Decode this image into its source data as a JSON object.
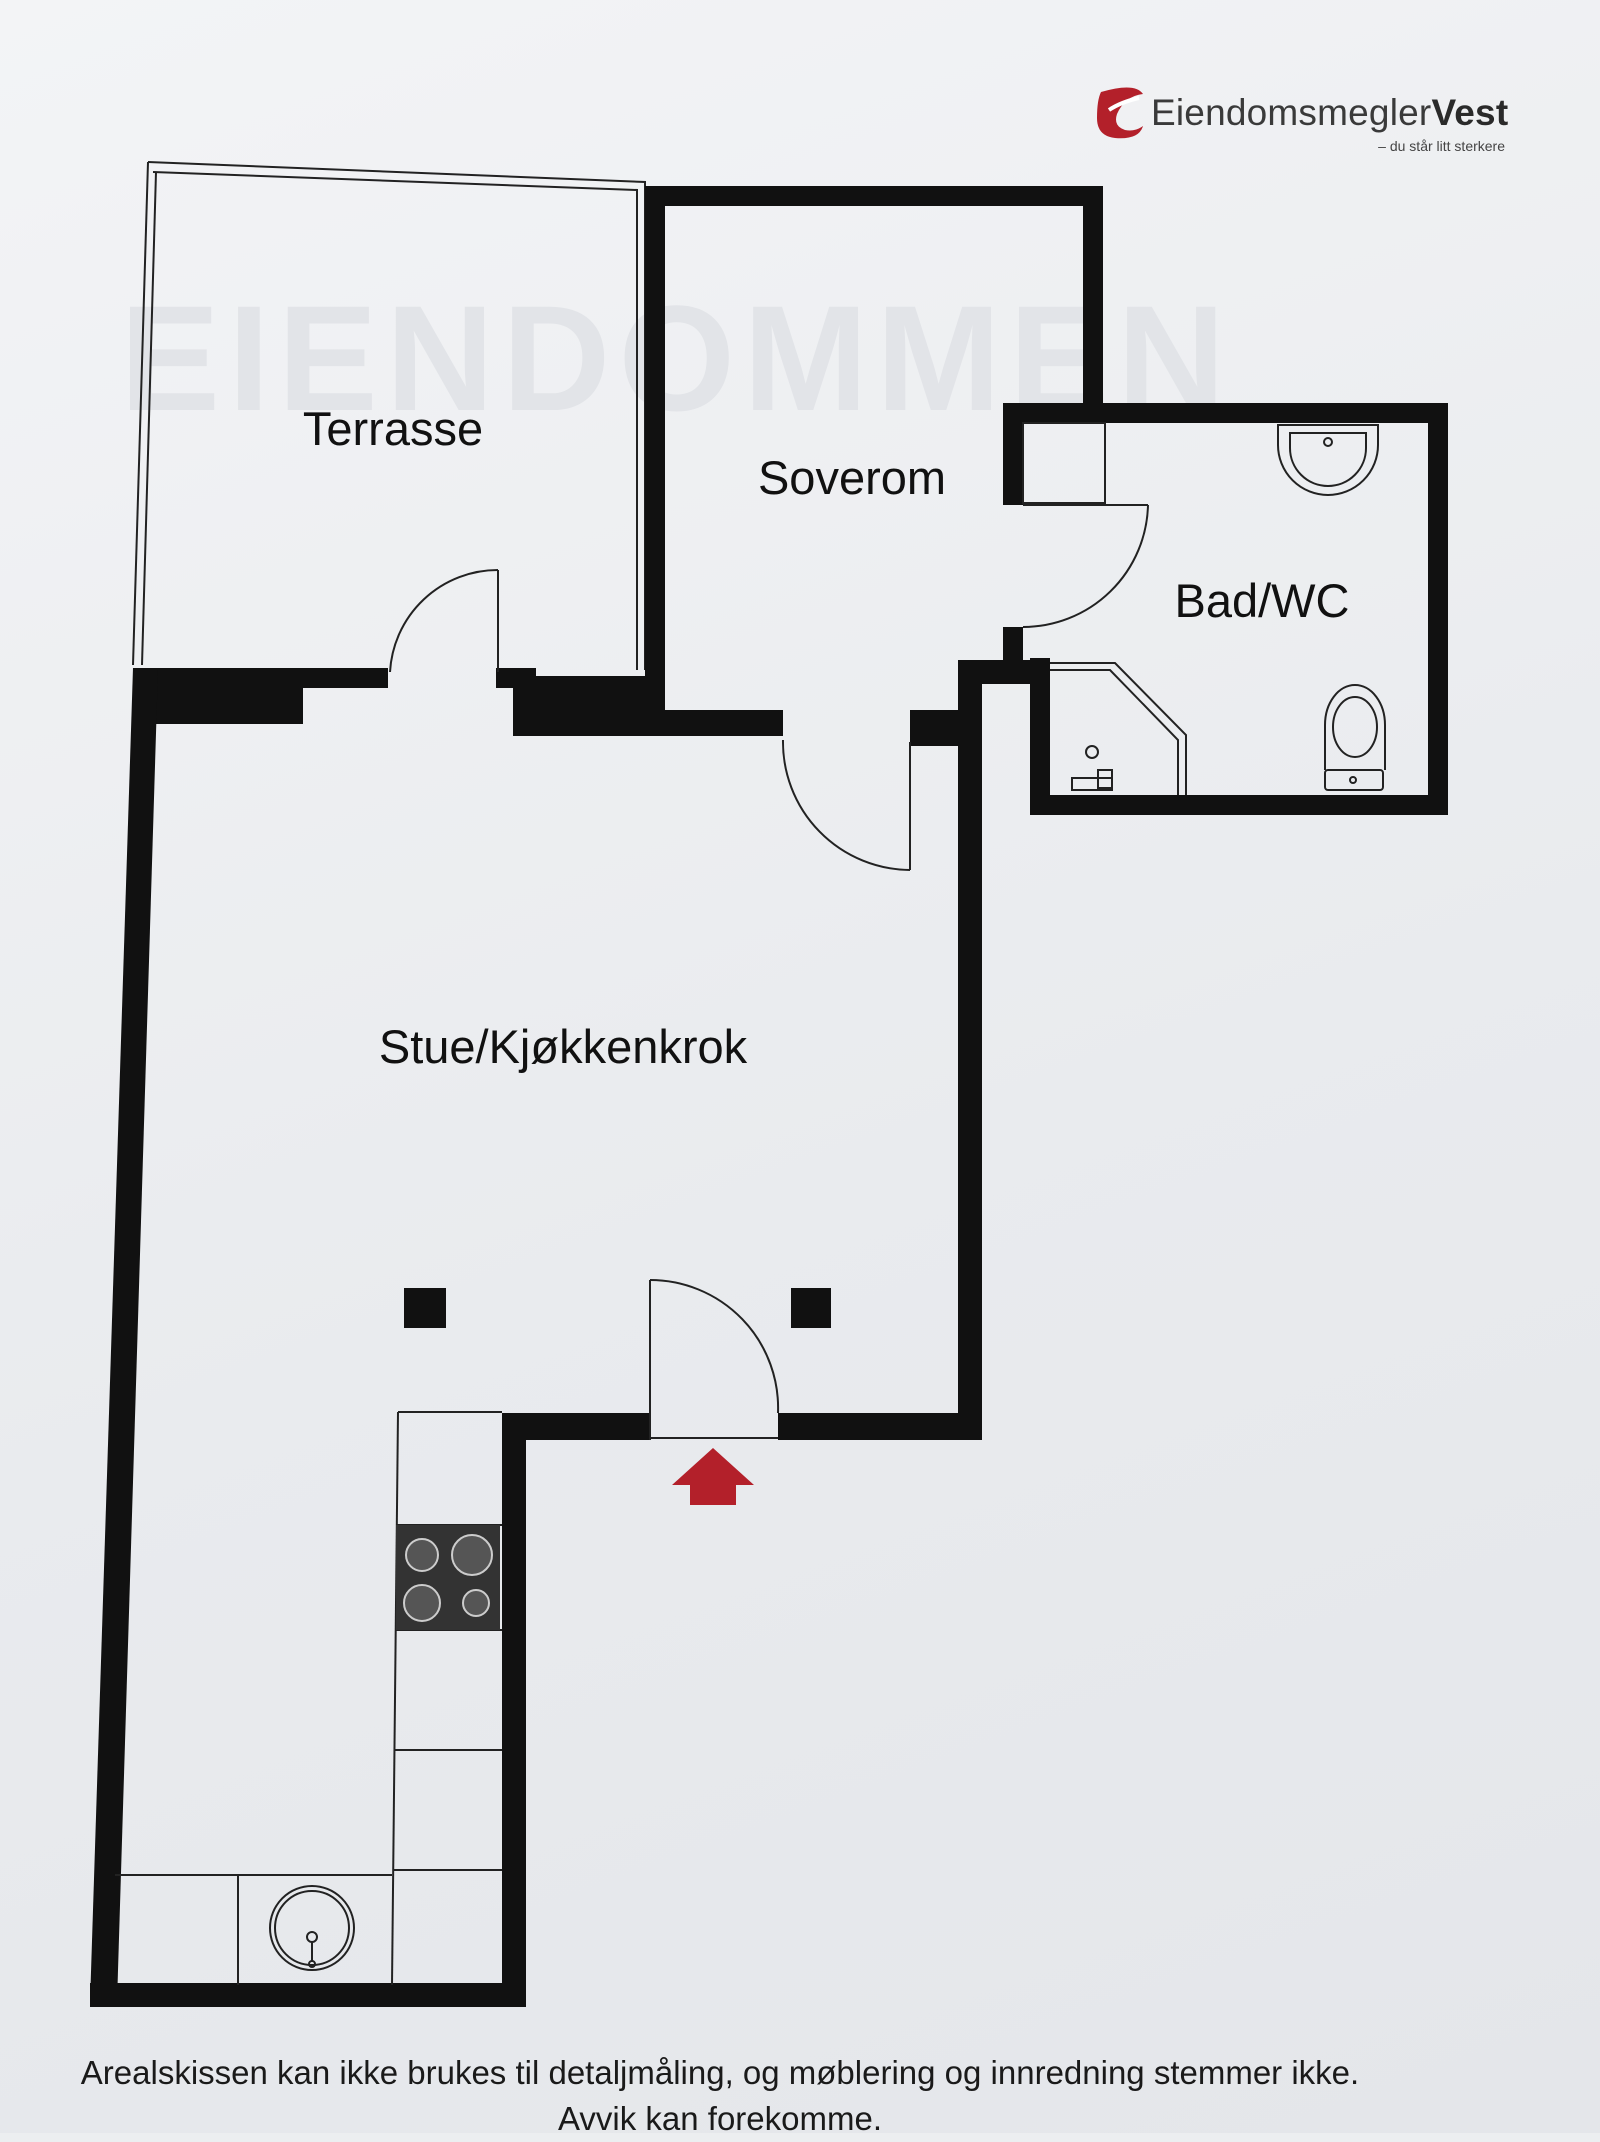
{
  "brand": {
    "name_prefix": "Eiendomsmegler",
    "name_suffix": "Vest",
    "tagline": "– du står litt sterkere",
    "accent_color": "#b3202a"
  },
  "watermark_text": "EIENDOMMEN",
  "rooms": {
    "terrasse": "Terrasse",
    "soverom": "Soverom",
    "bad": "Bad/WC",
    "stue": "Stue/Kjøkkenkrok"
  },
  "disclaimer": {
    "line1": "Arealskissen kan ikke brukes til detaljmåling, og møblering og innredning stemmer ikke.",
    "line2": "Avvik kan forekomme."
  },
  "icons": [
    "entrance-arrow-icon",
    "cooktop-icon",
    "sink-icon",
    "washbasin-icon",
    "toilet-icon",
    "shower-icon",
    "logo-mark-icon"
  ]
}
